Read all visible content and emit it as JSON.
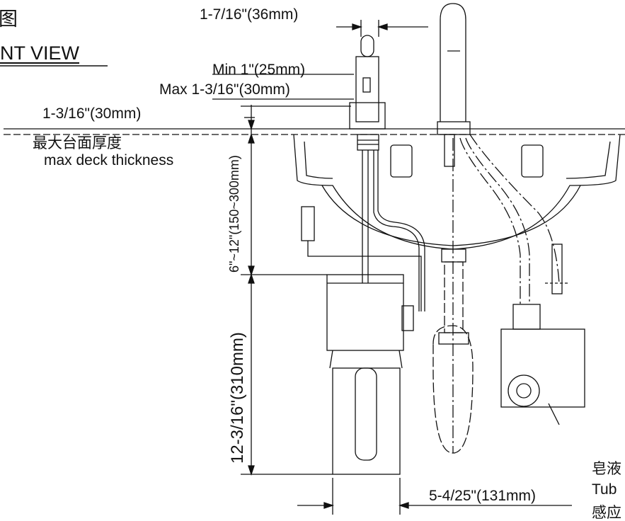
{
  "header": {
    "cn_title_fragment": "图",
    "en_title_fragment": "NT VIEW"
  },
  "dimensions": {
    "spout_width": "1-7/16\"(36mm)",
    "min_height": "Min 1\"(25mm)",
    "max_height": "Max 1-3/16\"(30mm)",
    "deck_thickness": "1-3/16\"(30mm)",
    "deck_label_cn": "最大台面厚度",
    "deck_label_en": "max deck thickness",
    "upper_vertical": "6\"~12\"(150~300mm)",
    "lower_vertical": "12-3/16\"(310mm)",
    "box_width": "5-4/25\"(131mm)"
  },
  "callouts": {
    "right_cn_1": "皂液",
    "right_en": "Tub",
    "right_cn_2": "感应"
  }
}
